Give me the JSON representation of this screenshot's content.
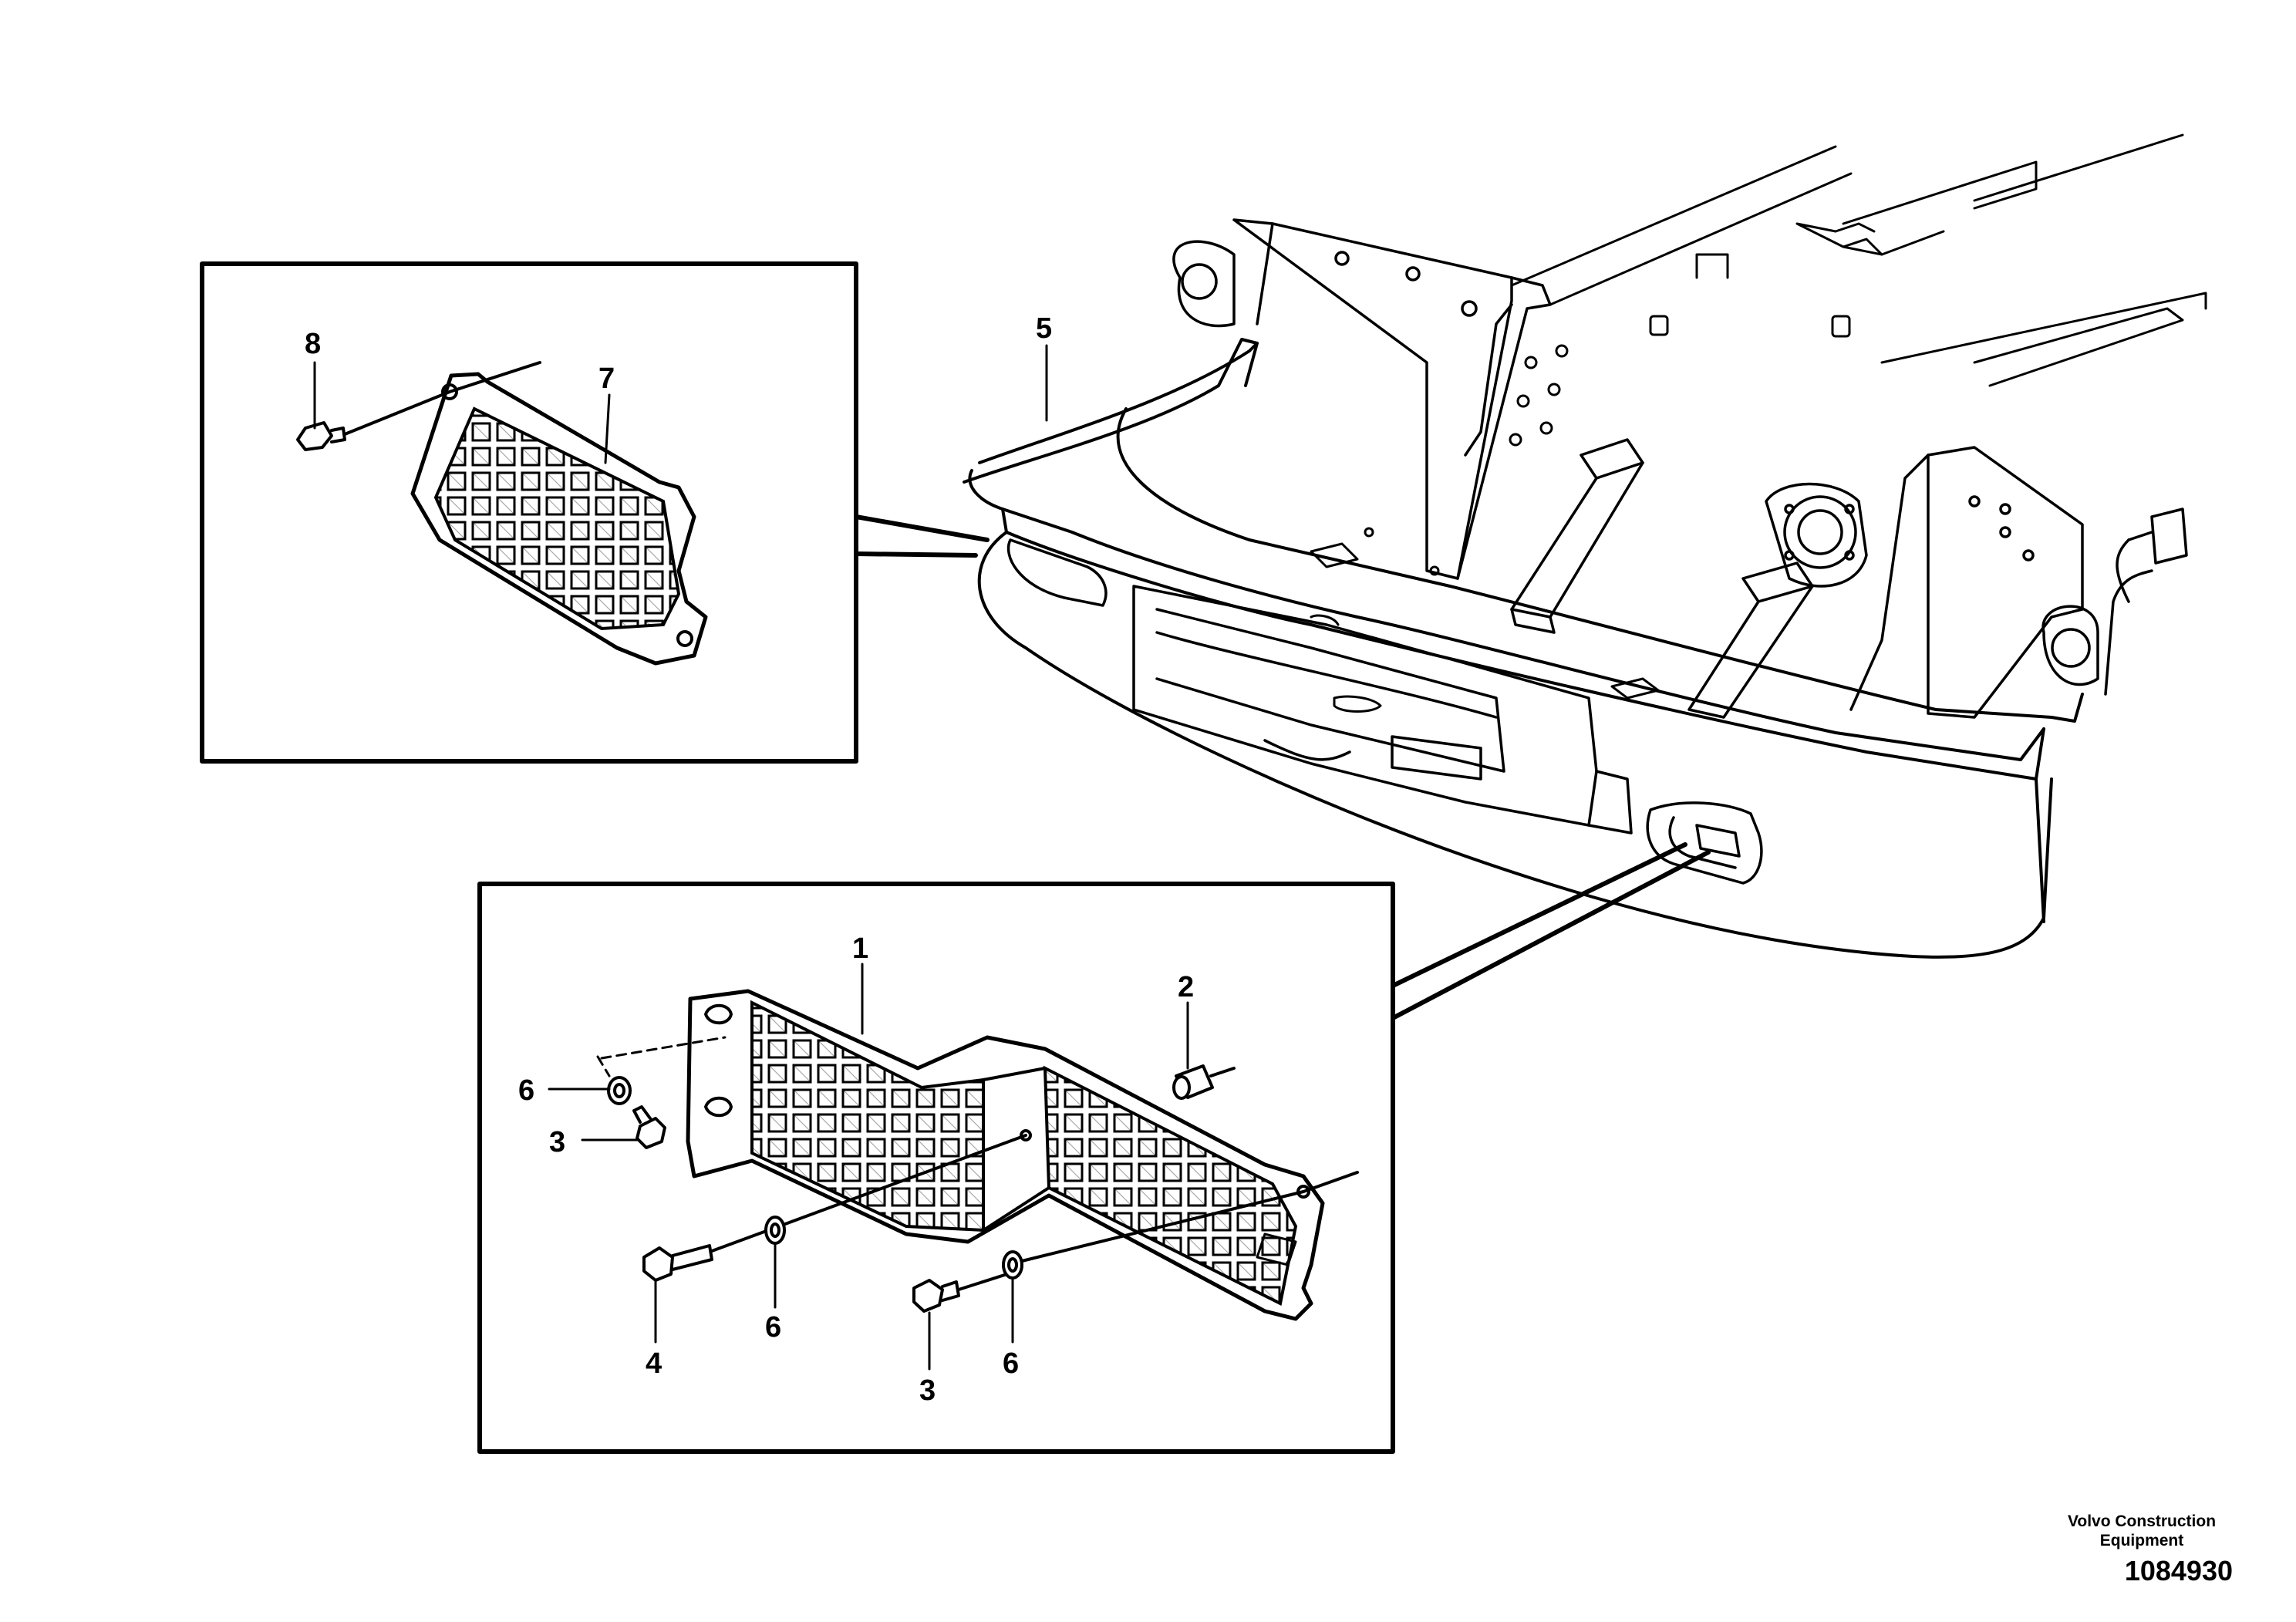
{
  "callouts": {
    "c1": "1",
    "c2": "2",
    "c3a": "3",
    "c3b": "3",
    "c4": "4",
    "c5": "5",
    "c6a": "6",
    "c6b": "6",
    "c6c": "6",
    "c7": "7",
    "c8": "8"
  },
  "footer": {
    "brand_line1": "Volvo Construction",
    "brand_line2": "Equipment",
    "part_number": "1084930"
  }
}
